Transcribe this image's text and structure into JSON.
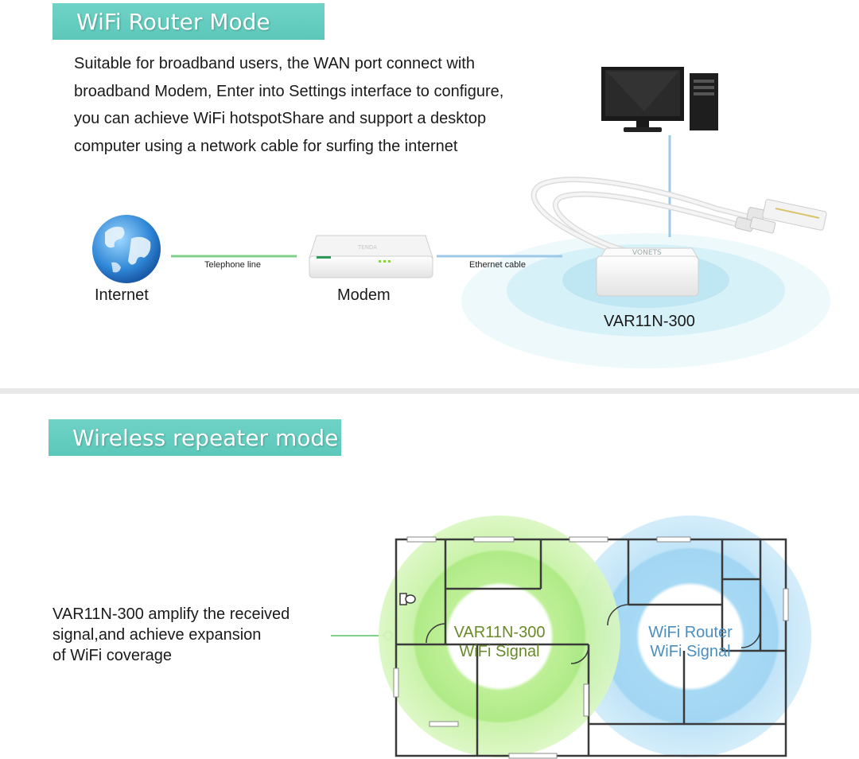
{
  "router_mode": {
    "title": "WiFi Router Mode",
    "description_lines": [
      "Suitable for broadband users, the WAN port connect with",
      "broadband Modem, Enter into Settings interface to configure,",
      "you can achieve WiFi hotspotShare and support a desktop",
      "computer using a network cable for surfing the internet"
    ],
    "internet_label": "Internet",
    "telephone_line_label": "Telephone line",
    "modem_label": "Modem",
    "ethernet_cable_label": "Ethernet cable",
    "device_label": "VAR11N-300"
  },
  "repeater_mode": {
    "title": "Wireless repeater mode",
    "description_lines": [
      "VAR11N-300 amplify the received",
      "signal,and achieve expansion",
      "of WiFi coverage"
    ],
    "repeater_signal_lines": [
      "VAR11N-300",
      "WiFi Signal"
    ],
    "router_signal_lines": [
      "WiFi Router",
      "WiFi Signal"
    ]
  },
  "colors": {
    "banner": "#5cc8ba",
    "line_green": "#7fd08a",
    "line_blue": "#9cc9e6",
    "repeater_green": "#9fe57a",
    "router_blue": "#8fcdf0",
    "repeater_text": "#6a8a2a",
    "router_text": "#4a8fc0"
  }
}
